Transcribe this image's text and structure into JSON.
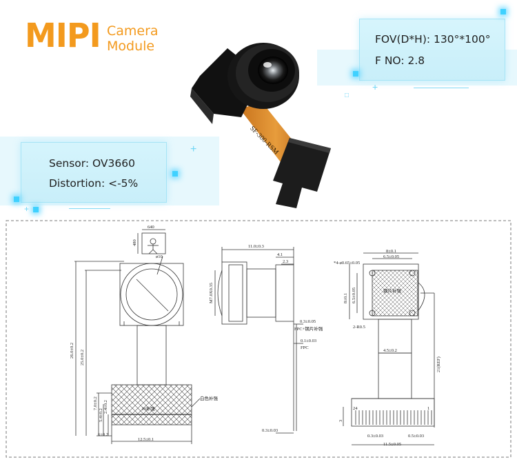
{
  "header": {
    "brand": "MIPI",
    "camera": "Camera",
    "module": "Module"
  },
  "specs_right": {
    "fov": "FOV(D*H): 130°*100°",
    "fno": "F NO: 2.8"
  },
  "specs_left": {
    "sensor": "Sensor: OV3660",
    "distortion": "Distortion: <-5%"
  },
  "product": {
    "fpc_text": "SF-300-RSM"
  },
  "drawing": {
    "icon_w": "640",
    "icon_h": "480",
    "front": {
      "lens_dia": "ø10",
      "len_total": "26.0±0.2",
      "len_fpc": "25.0±0.2",
      "h1": "7.0±0.2",
      "h2": "5.4±0.2",
      "h3": "2.4±0.2",
      "h4": "6±0.2",
      "width": "12.5±0.1",
      "stiff_label": "白色补强",
      "pi_label": "PI补强"
    },
    "side": {
      "top": "11.0±0.3",
      "d1": "4.1",
      "d2": "2.3",
      "m": "M7.0X0.35",
      "t1": "0.3±0.05",
      "fpc_stiff": "FPC+钢片补强",
      "t2": "0.1±0.03",
      "fpc": "FPC",
      "t3": "0.3±0.03"
    },
    "back": {
      "w": "8±0.1",
      "w2": "6.5±0.05",
      "h": "8±0.1",
      "h2": "6.5±0.05",
      "holes": "*4-ø0.65±0.05",
      "steel": "钢片补强",
      "r": "2-R0.5",
      "fpc_w": "4.5±0.2",
      "ref": "21(REF)",
      "pin24": "24",
      "pin1": "1",
      "d3": "3",
      "pitch": "0.3±0.03",
      "tip": "0.5±0.03",
      "total": "11.5±0.05"
    }
  }
}
